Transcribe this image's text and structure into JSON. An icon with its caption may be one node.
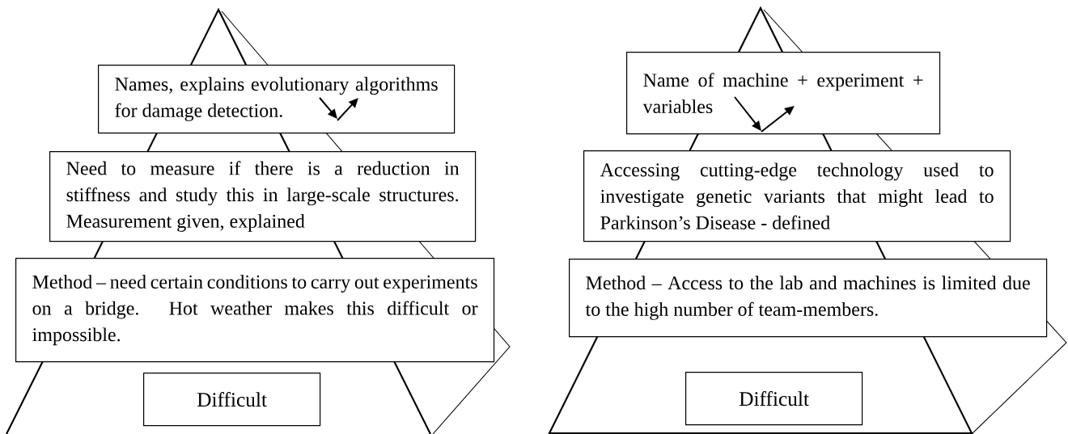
{
  "diagram": {
    "nodes": [
      {
        "text": [
          "Names, explains evolutionary algorithms for damage detection."
        ]
      },
      {
        "text": [
          "Need to measure if there is a reduction in stiffness and study this in large-scale structures. Measurement given, explained"
        ]
      },
      {
        "text": [
          "Method – need certain conditions to carry out experiments on a bridge. Hot weather makes this difficult or impossible."
        ]
      },
      {
        "text": [
          "Difficult"
        ]
      },
      {
        "text": [
          "Name of machine + experiment + variables"
        ]
      },
      {
        "text": [
          "Accessing cutting-edge technology used to investigate genetic variants that might lead to Parkinson’s Disease - defined"
        ]
      },
      {
        "text": [
          "Method – Access to the lab and machines is limited due to the high number of team-members."
        ]
      },
      {
        "text": [
          "Difficult"
        ]
      }
    ]
  }
}
